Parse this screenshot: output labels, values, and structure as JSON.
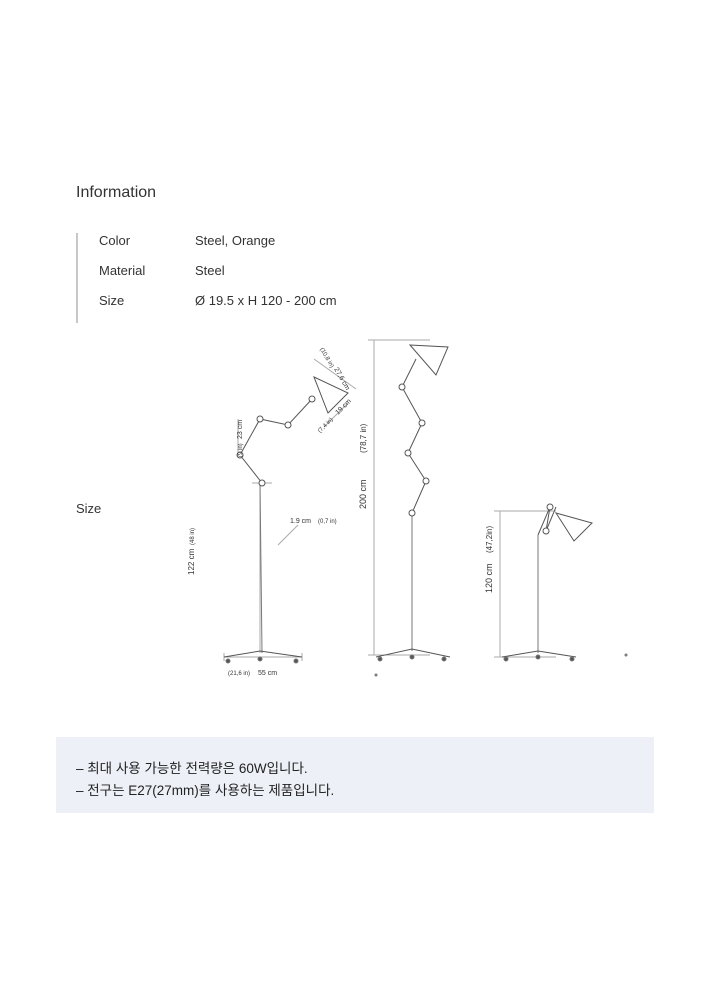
{
  "info": {
    "title": "Information",
    "rows": [
      {
        "key": "Color",
        "value": "Steel, Orange"
      },
      {
        "key": "Material",
        "value": "Steel"
      },
      {
        "key": "Size",
        "value": "Ø 19.5 x H 120 - 200 cm"
      }
    ]
  },
  "size_section": {
    "label": "Size"
  },
  "diagram": {
    "lamp1": {
      "dim_height": "122 cm",
      "dim_height_in": "(48 in)",
      "dim_pole": "1.9 cm",
      "dim_pole_in": "(0,7 in)",
      "dim_base": "55 cm",
      "dim_base_in": "(21,6 in)",
      "dim_arm": "23 cm",
      "dim_arm_in": "(9 in)",
      "dim_shade_len": "27,6 cm",
      "dim_shade_len_in": "(10,8 in)",
      "dim_shade_dia": "19 cm",
      "dim_shade_dia_in": "(7,4 in)"
    },
    "lamp2": {
      "dim_height": "200 cm",
      "dim_height_in": "(78,7 in)"
    },
    "lamp3": {
      "dim_height": "120 cm",
      "dim_height_in": "(47,2in)"
    }
  },
  "notes": [
    "– 최대 사용 가능한 전력량은 60W입니다.",
    "– 전구는 E27(27mm)를 사용하는 제품입니다."
  ]
}
